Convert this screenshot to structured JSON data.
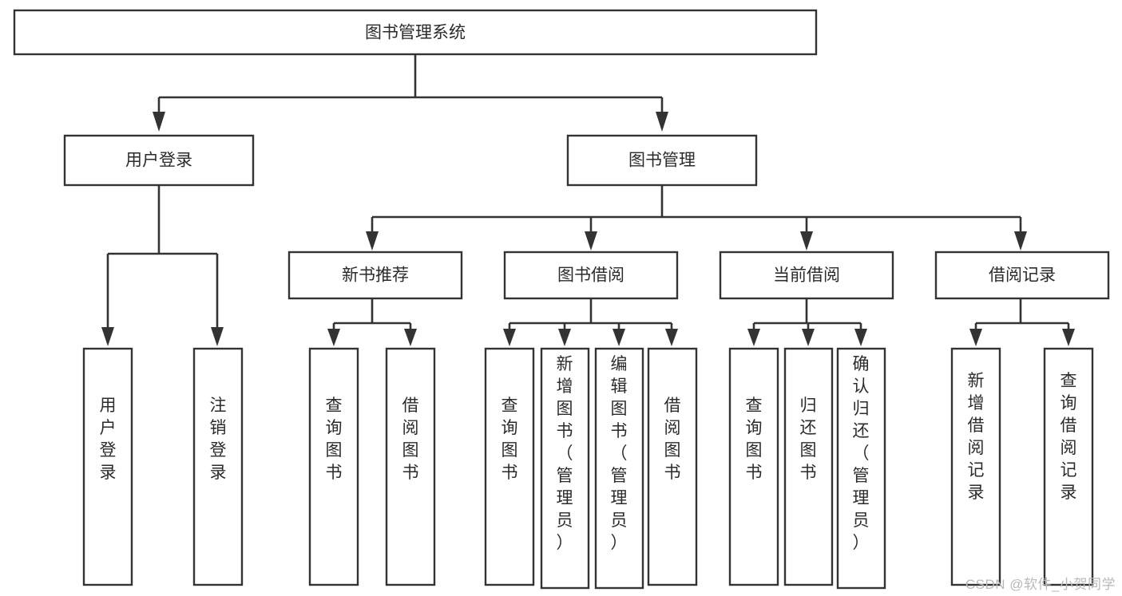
{
  "diagram": {
    "type": "tree",
    "orientation": "top-down",
    "root": {
      "id": "root",
      "label": "图书管理系统"
    },
    "level2": [
      {
        "id": "user-login",
        "label": "用户登录"
      },
      {
        "id": "book-manage",
        "label": "图书管理"
      }
    ],
    "level3": [
      {
        "id": "new-book-rec",
        "label": "新书推荐",
        "parent": "book-manage"
      },
      {
        "id": "book-borrow",
        "label": "图书借阅",
        "parent": "book-manage"
      },
      {
        "id": "current-borrow",
        "label": "当前借阅",
        "parent": "book-manage"
      },
      {
        "id": "borrow-record",
        "label": "借阅记录",
        "parent": "book-manage"
      }
    ],
    "leaves": [
      {
        "id": "leaf-user-login",
        "label": "用户登录",
        "parent": "user-login"
      },
      {
        "id": "leaf-logout",
        "label": "注销登录",
        "parent": "user-login"
      },
      {
        "id": "leaf-query-book-1",
        "label": "查询图书",
        "parent": "new-book-rec"
      },
      {
        "id": "leaf-borrow-book-1",
        "label": "借阅图书",
        "parent": "new-book-rec"
      },
      {
        "id": "leaf-query-book-2",
        "label": "查询图书",
        "parent": "book-borrow"
      },
      {
        "id": "leaf-add-book",
        "label": "新增图书（管理员）",
        "parent": "book-borrow"
      },
      {
        "id": "leaf-edit-book",
        "label": "编辑图书（管理员）",
        "parent": "book-borrow"
      },
      {
        "id": "leaf-borrow-book-2",
        "label": "借阅图书",
        "parent": "book-borrow"
      },
      {
        "id": "leaf-query-book-3",
        "label": "查询图书",
        "parent": "current-borrow"
      },
      {
        "id": "leaf-return-book",
        "label": "归还图书",
        "parent": "current-borrow"
      },
      {
        "id": "leaf-confirm-return",
        "label": "确认归还（管理员）",
        "parent": "current-borrow"
      },
      {
        "id": "leaf-add-record",
        "label": "新增借阅记录",
        "parent": "borrow-record"
      },
      {
        "id": "leaf-query-record",
        "label": "查询借阅记录",
        "parent": "borrow-record"
      }
    ]
  },
  "watermark": {
    "text": "CSDN @软件_小贺同学"
  },
  "colors": {
    "stroke": "#333333",
    "fill": "#ffffff",
    "text": "#2b2b2b",
    "watermark": "#b9b9b9"
  }
}
